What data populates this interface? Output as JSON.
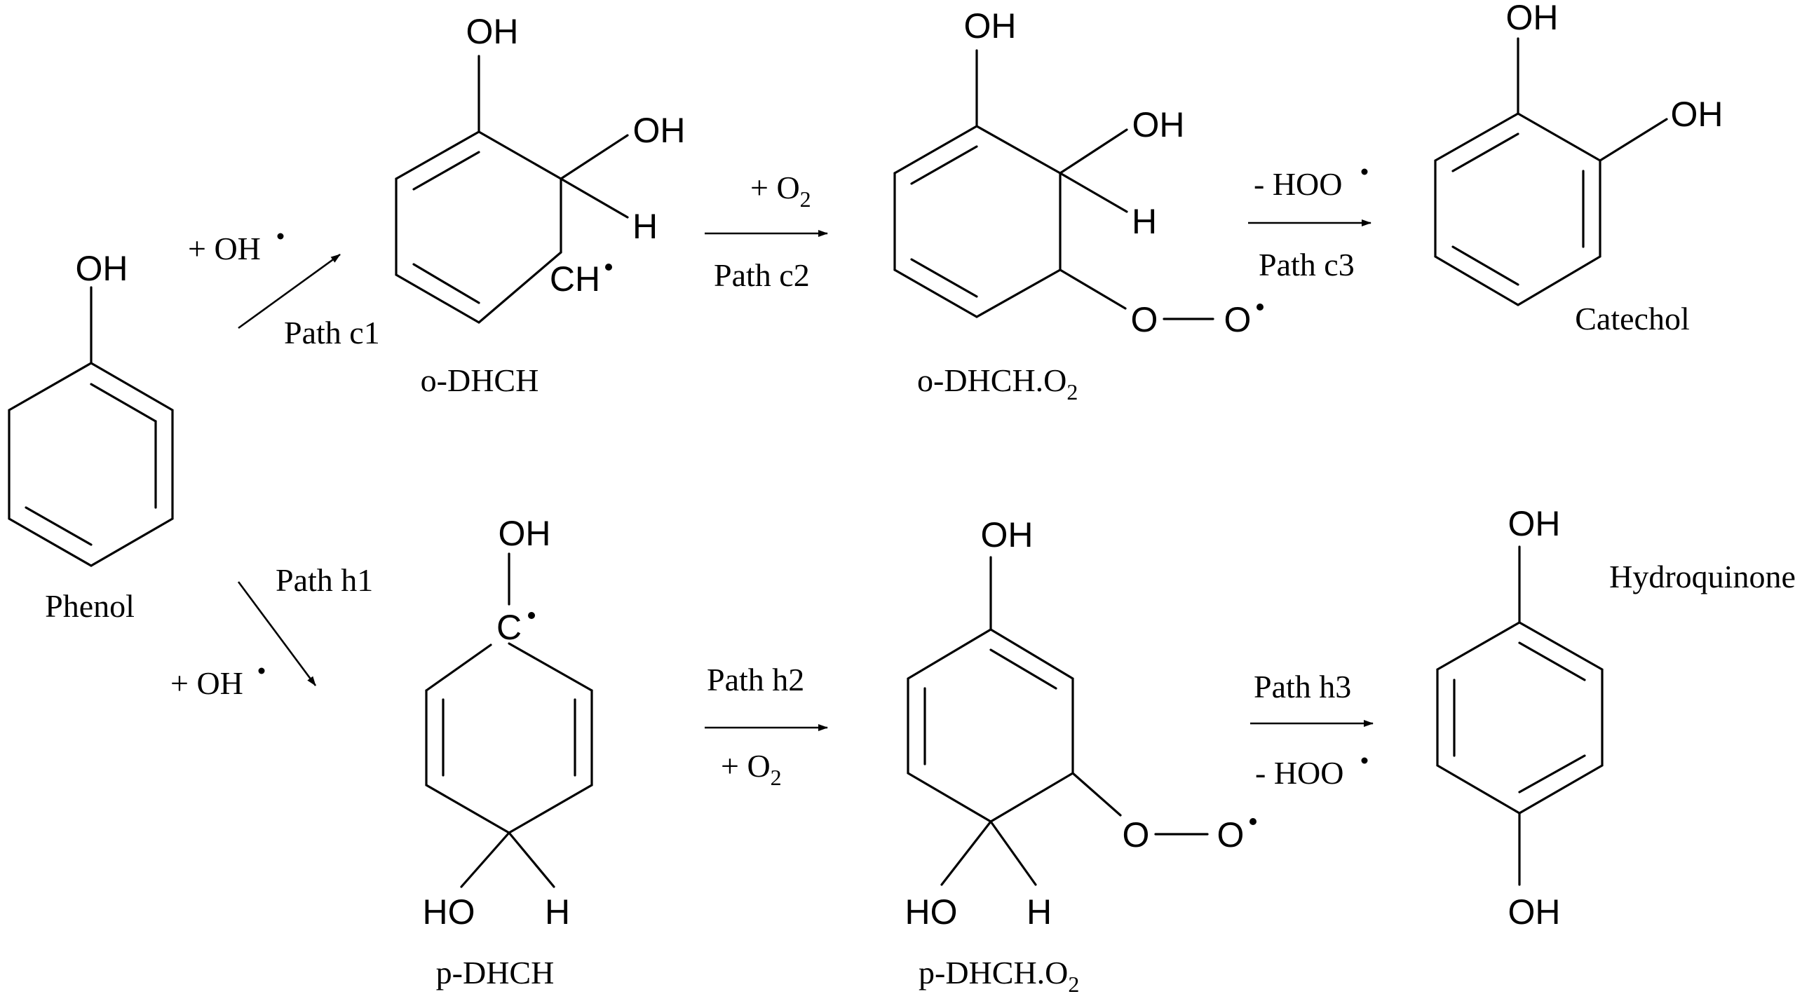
{
  "compounds": {
    "phenol": "Phenol",
    "o_dhch": "o-DHCH",
    "o_dhch_o2": "o-DHCH.O",
    "catechol": "Catechol",
    "p_dhch": "p-DHCH",
    "p_dhch_o2": "p-DHCH.O",
    "hydroquinone": "Hydroquinone"
  },
  "subscript_2": "2",
  "atoms": {
    "OH": "OH",
    "HO": "HO",
    "H": "H",
    "O": "O",
    "CH": "CH",
    "C": "C"
  },
  "conditions": {
    "plus_oh": "+ OH",
    "plus_o2": "+ O",
    "minus_hoo": "- HOO",
    "path_c1": "Path c1",
    "path_c2": "Path c2",
    "path_c3": "Path c3",
    "path_h1": "Path h1",
    "path_h2": "Path h2",
    "path_h3": "Path h3"
  }
}
